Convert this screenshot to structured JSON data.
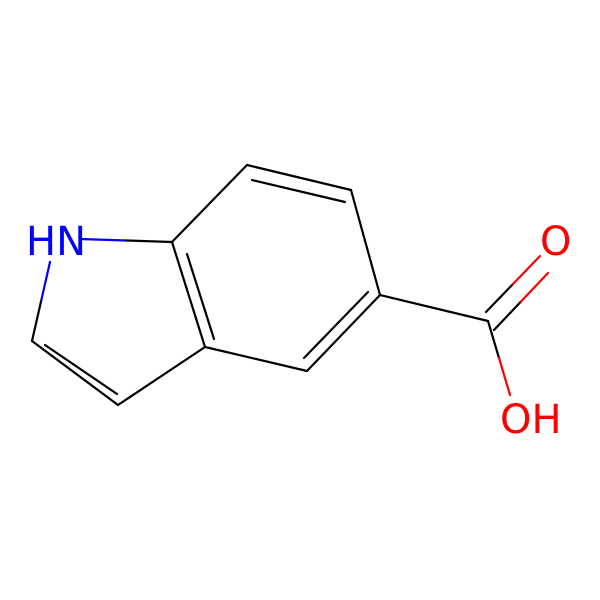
{
  "molecule": {
    "atoms": [
      {
        "id": "N1",
        "label": "HN",
        "color": "#0000ff"
      },
      {
        "id": "O1",
        "label": "O",
        "color": "#ff0000"
      },
      {
        "id": "O2",
        "label": "OH",
        "color": "#ff0000"
      }
    ],
    "bond_color": "#000000"
  }
}
